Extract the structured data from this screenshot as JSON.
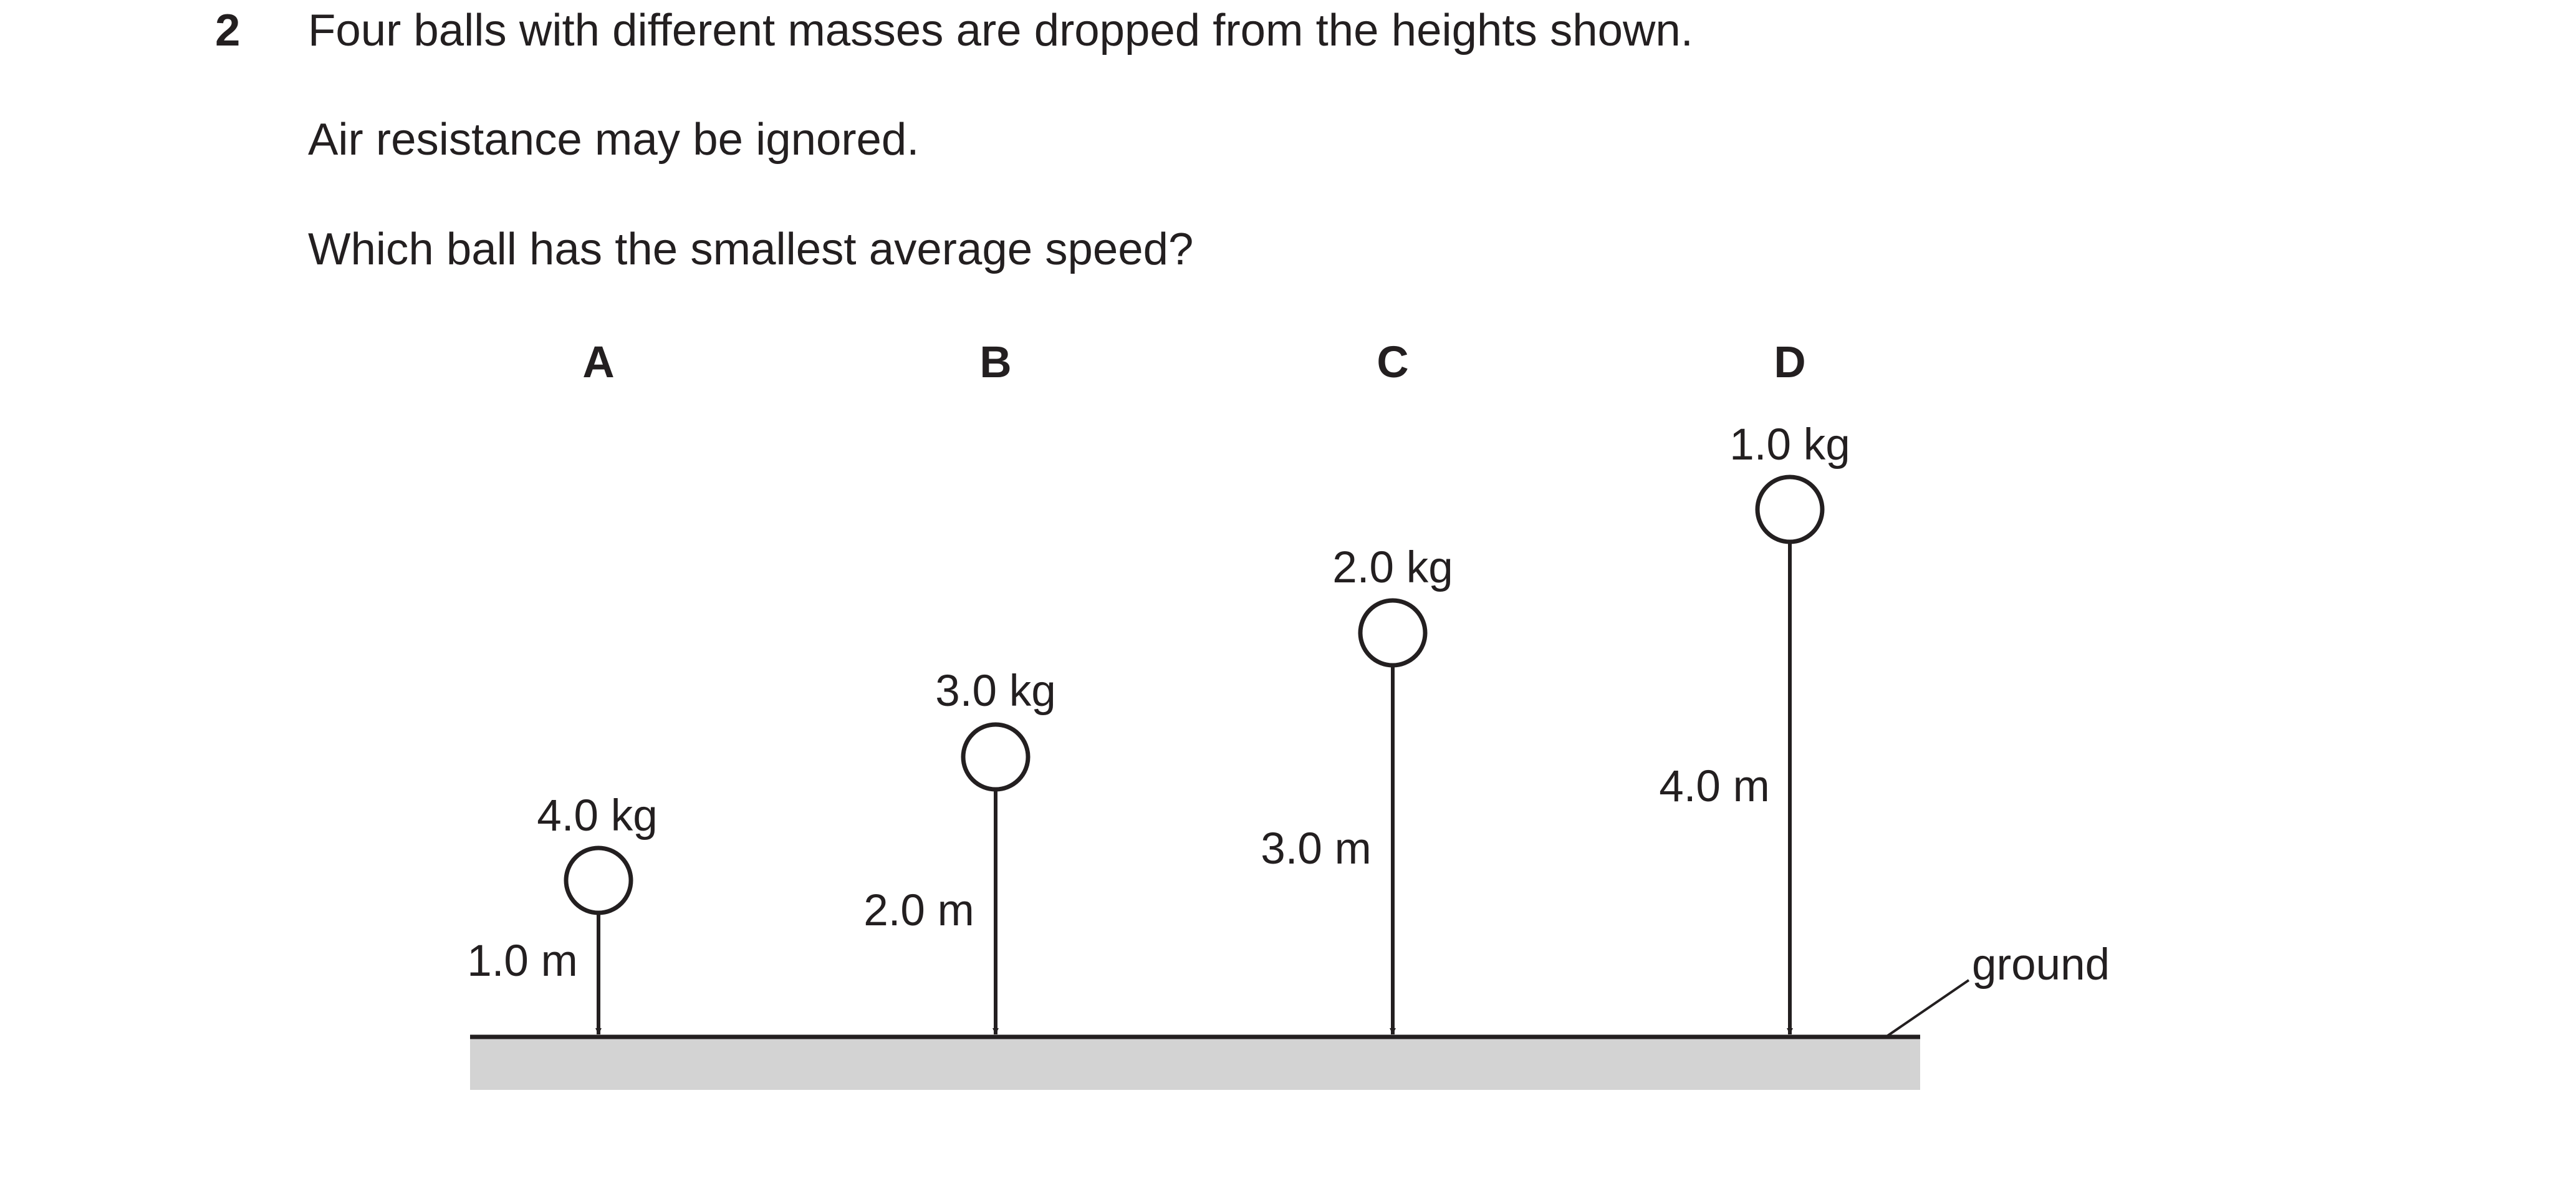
{
  "question": {
    "number": "2",
    "lines": [
      "Four balls with different masses are dropped from the heights shown.",
      "Air resistance may be ignored.",
      "Which ball has the smallest average speed?"
    ]
  },
  "diagram": {
    "balls": [
      {
        "letter": "A",
        "mass": "4.0 kg",
        "height": "1.0 m",
        "height_m": 1.0
      },
      {
        "letter": "B",
        "mass": "3.0 kg",
        "height": "2.0 m",
        "height_m": 2.0
      },
      {
        "letter": "C",
        "mass": "2.0 kg",
        "height": "3.0 m",
        "height_m": 3.0
      },
      {
        "letter": "D",
        "mass": "1.0 kg",
        "height": "4.0 m",
        "height_m": 4.0
      }
    ],
    "ground_label": "ground",
    "colors": {
      "ink": "#231f20",
      "ground_fill": "#d3d3d3"
    }
  }
}
